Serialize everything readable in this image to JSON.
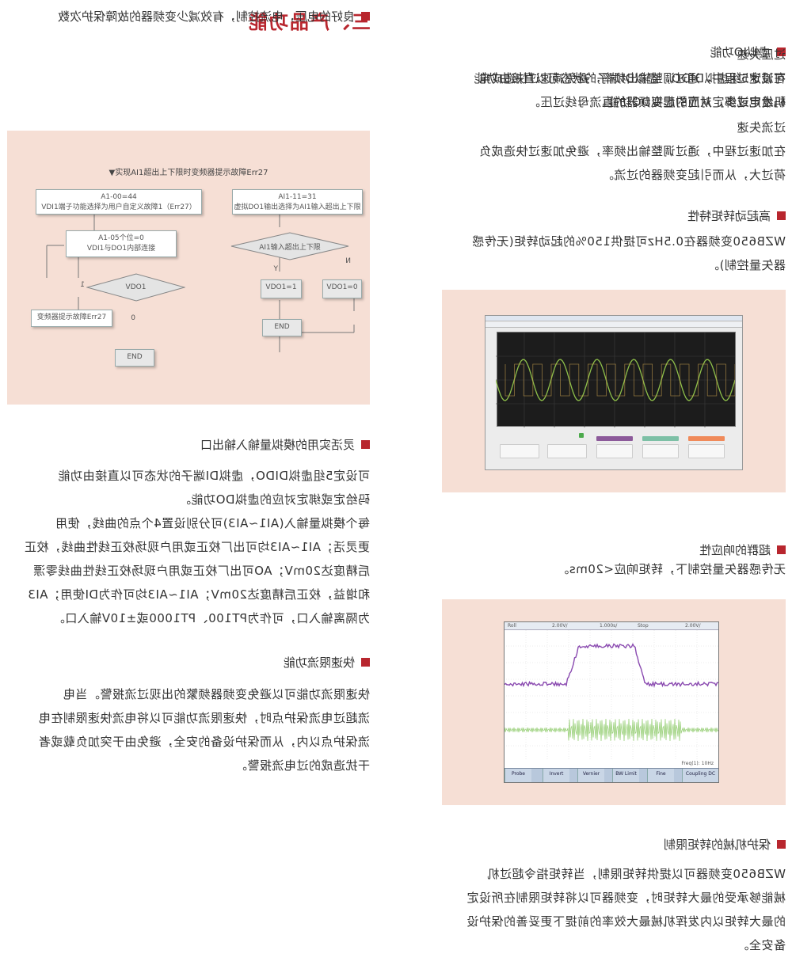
{
  "title": "三、产品功能",
  "colors": {
    "accent": "#b8262e",
    "panel": "#f6dfd5"
  },
  "left": {
    "s1": {
      "heading": "虚拟IO功能",
      "lines": [
        "可设定5组虚拟DIDO，虚拟DI端子的状态可以直接由功能",
        "码给定或绑定对应的虚拟DO功能。"
      ]
    },
    "flow": {
      "title": "▼实现AI1超出上下限时变频器提示故障Err27",
      "b1": [
        "AI1-11=31",
        "虚拟DO1输出选择为AI1输入超出上下限"
      ],
      "b2": [
        "A1-00=44",
        "VDI1端子功能选择为用户自定义故障1（Err27）"
      ],
      "b3": [
        "A1-05个位=0",
        "VDI1与DO1内部连接"
      ],
      "d1": "AI1输入超出上下限",
      "d2": "VDO1",
      "vdo1": "VDO1=1",
      "vdo0": "VDO1=0",
      "yes": "Y",
      "no": "N",
      "one": "1",
      "zero": "0",
      "err": "变频器提示故障Err27",
      "end1": "END",
      "end2": "END"
    },
    "s2": {
      "heading": "灵活实用的模拟量输入输出口",
      "lines": [
        "可设定5组虚拟DIDO，虚拟DI端子的状态可以直接由功能",
        "码给定或绑定对应的虚拟DO功能。",
        "每个模拟量输入(AI1~AI3)可分别设置4个点的曲线，使用",
        "更灵活；AI1~AI3均可出厂校正或用户现场校正线性曲线，校正",
        "后精度达20mV；AO可出厂校正或用户现场校正线性曲线零漂",
        "和增益，校正后精度达20mV；AI1~AI3均可作为DI使用；AI3",
        "为隔离输入口，可作为PT100、PT1000或±10V输入口。"
      ]
    },
    "s3": {
      "heading": "快速限流功能",
      "lines": [
        "快速限流功能可以避免变频器频繁的出现过流报警。当电",
        "流超过电流保护点时，快速限流功能可以将电流快速限制在电",
        "流保护点以内，从而保护设备的安全，避免由于突加负载或者",
        "干扰造成的过电流报警。"
      ]
    }
  },
  "right": {
    "top": {
      "text": "良好的电压，电流控制，有效减少变频器的故障保护次数"
    },
    "ov": {
      "label": "过压失速",
      "lines": [
        "在减速过程中，通过调整输出频率，避免减速过快造成电",
        "机发电过多，从而引起变频器的直流母线过压。"
      ]
    },
    "oc": {
      "label": "过流失速",
      "lines": [
        "在加速过程中，通过调整输出频率，避免加速过快造成负",
        "荷过大，从而引起变频器的过流。"
      ]
    },
    "s4": {
      "heading": "高起动转矩特性",
      "lines": [
        "WZB650变频器在0.5Hz可提供150%的起动转矩(无传感",
        "器矢量控制)。"
      ]
    },
    "s5": {
      "heading": "超群的响应性",
      "lines": [
        "无传感器矢量控制下，转矩响应<20ms。"
      ]
    },
    "scope": {
      "head": [
        "Roll",
        "2.00V/",
        "1.000s/",
        "Stop",
        "2.00V/"
      ],
      "buttons": [
        "Probe",
        "Invert",
        "Vernier",
        "BW Limit",
        "Fine",
        "Coupling DC"
      ],
      "status": "Freq(1): 10Hz"
    },
    "s6": {
      "heading": "保护机械的转矩限制",
      "lines": [
        "WZB650变频器可以提供转矩限制，当转矩指令超过机",
        "械能够承受的最大转矩时，变频器可以将转矩限制在所设定",
        "的最大转矩以内发挥机械最大效率的前提下更妥善的保护设",
        "备安全。"
      ]
    }
  }
}
